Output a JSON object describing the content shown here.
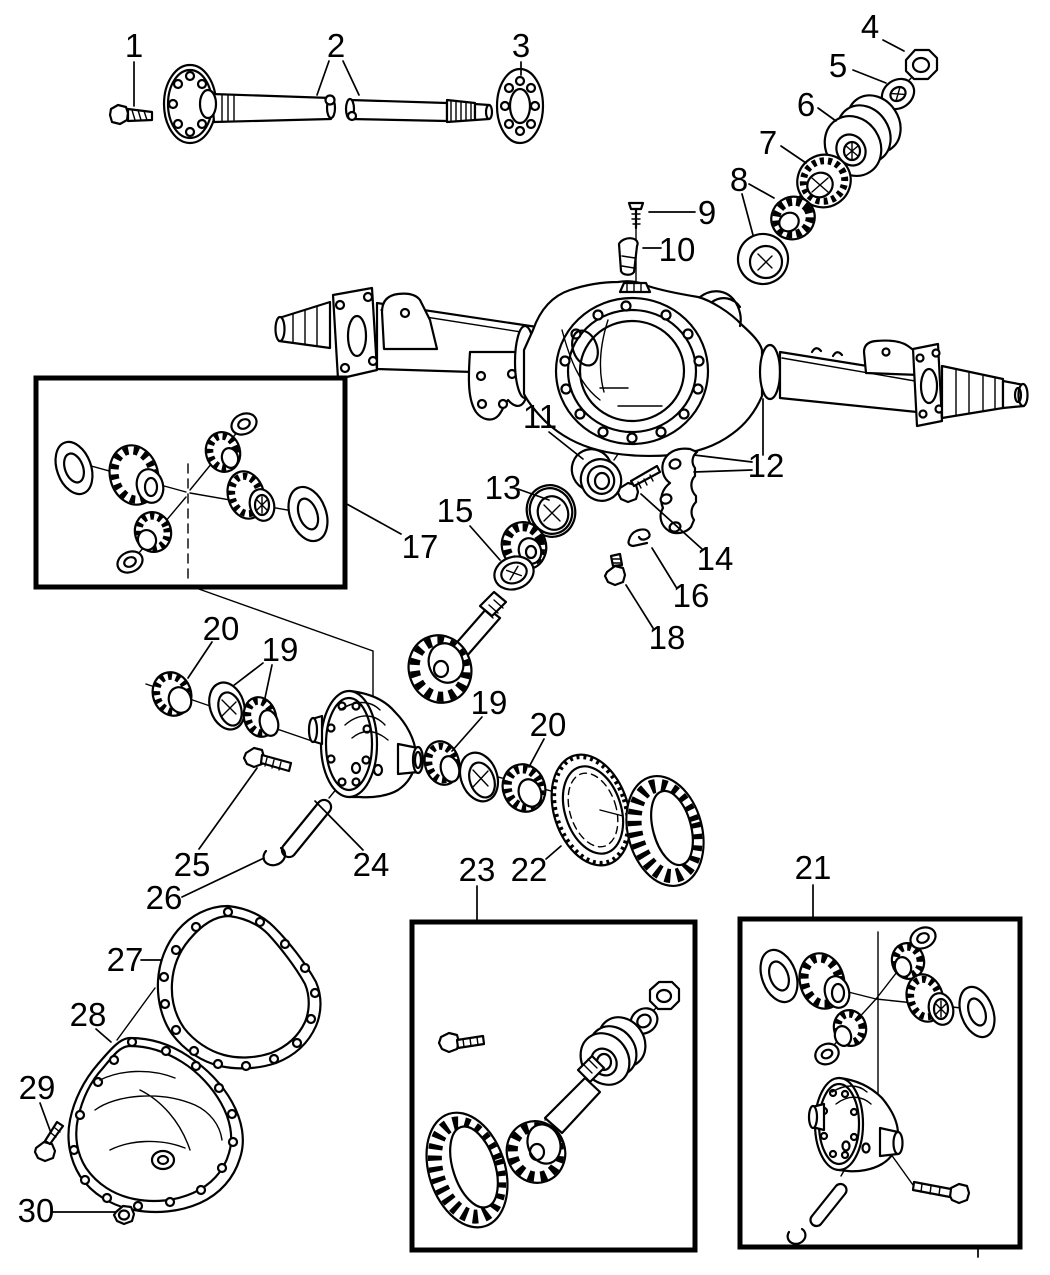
{
  "diagram": {
    "kind": "exploded-parts-line-art",
    "colors": {
      "background": "#ffffff",
      "ink": "#000000"
    }
  },
  "callouts": [
    {
      "label": "1"
    },
    {
      "label": "2"
    },
    {
      "label": "3"
    },
    {
      "label": "4"
    },
    {
      "label": "5"
    },
    {
      "label": "6"
    },
    {
      "label": "7"
    },
    {
      "label": "8"
    },
    {
      "label": "9"
    },
    {
      "label": "10"
    },
    {
      "label": "11"
    },
    {
      "label": "12"
    },
    {
      "label": "13"
    },
    {
      "label": "14"
    },
    {
      "label": "15"
    },
    {
      "label": "16"
    },
    {
      "label": "17"
    },
    {
      "label": "18"
    },
    {
      "label": "19"
    },
    {
      "label": "20"
    },
    {
      "label": "19"
    },
    {
      "label": "20"
    },
    {
      "label": "21"
    },
    {
      "label": "22"
    },
    {
      "label": "23"
    },
    {
      "label": "24"
    },
    {
      "label": "25"
    },
    {
      "label": "26"
    },
    {
      "label": "27"
    },
    {
      "label": "28"
    },
    {
      "label": "29"
    },
    {
      "label": "30"
    }
  ]
}
